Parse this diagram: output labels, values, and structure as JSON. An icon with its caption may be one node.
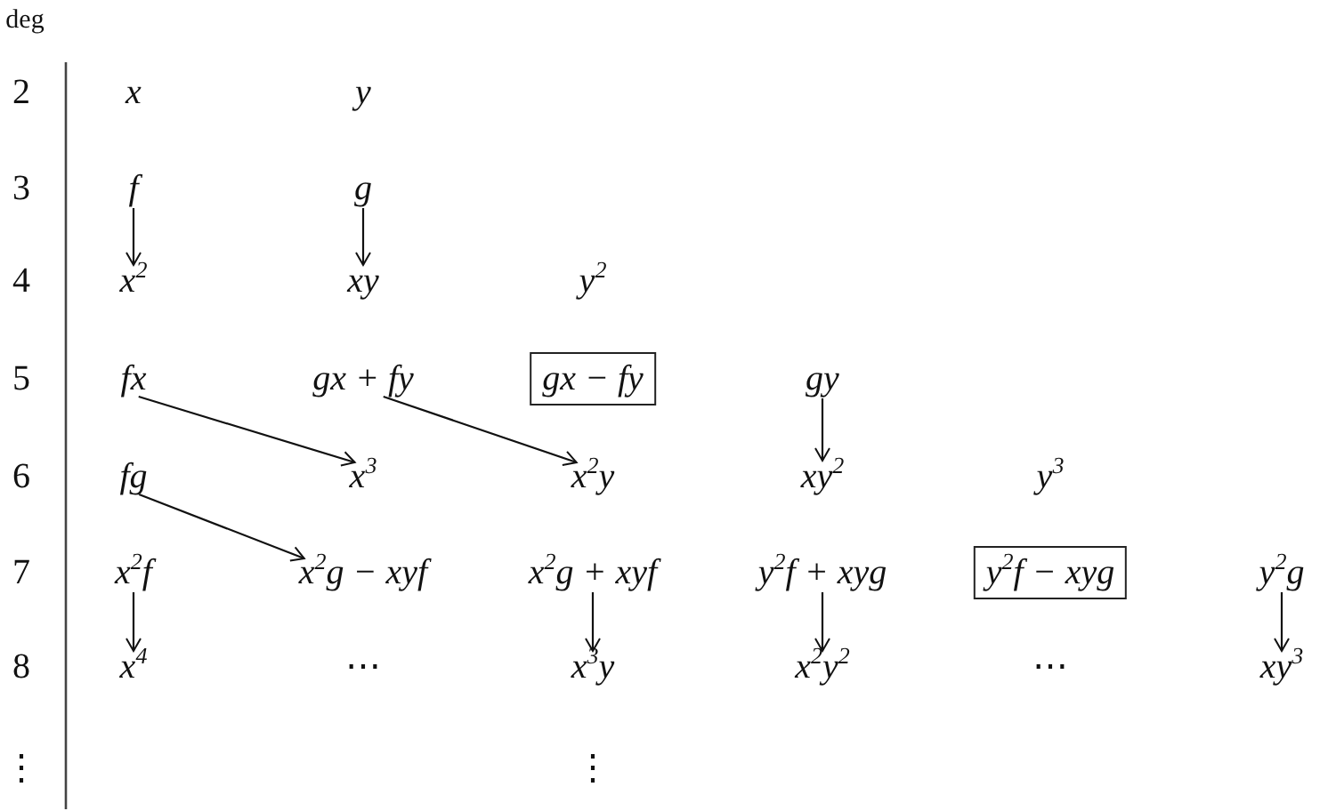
{
  "diagram": {
    "nodes": [
      {
        "text": [
          "f"
        ]
      },
      {
        "text": [
          "g"
        ]
      },
      {
        "text": [
          "x$^{2}$"
        ]
      },
      {
        "text": [
          "xy"
        ]
      },
      {
        "text": [
          "fx"
        ]
      },
      {
        "text": [
          "gx + fy"
        ]
      },
      {
        "text": [
          "gx − fy"
        ]
      },
      {
        "text": [
          "gy"
        ]
      },
      {
        "text": [
          "fg"
        ]
      },
      {
        "text": [
          "x$^{3}$"
        ]
      },
      {
        "text": [
          "x$^{2}$y"
        ]
      },
      {
        "text": [
          "xy$^{2}$"
        ]
      },
      {
        "text": [
          "x$^{2}$f"
        ]
      },
      {
        "text": [
          "x$^{2}$g − xyf"
        ]
      },
      {
        "text": [
          "x$^{2}$g + xyf"
        ]
      },
      {
        "text": [
          "y$^{2}$f + xyg"
        ]
      },
      {
        "text": [
          "y$^{2}$f − xyg"
        ]
      },
      {
        "text": [
          "y$^{2}$g"
        ]
      },
      {
        "text": [
          "x$^{4}$"
        ]
      },
      {
        "text": [
          "x$^{3}$y"
        ]
      },
      {
        "text": [
          "x$^{2}$y$^{2}$"
        ]
      },
      {
        "text": [
          "xy$^{3}$"
        ]
      }
    ],
    "edges": [
      {
        "from": 0,
        "to": 2,
        "arrow": "to"
      },
      {
        "from": 1,
        "to": 3,
        "arrow": "to"
      },
      {
        "from": 4,
        "to": 9,
        "arrow": "to"
      },
      {
        "from": 5,
        "to": 10,
        "arrow": "to"
      },
      {
        "from": 7,
        "to": 11,
        "arrow": "to"
      },
      {
        "from": 8,
        "to": 13,
        "arrow": "to"
      },
      {
        "from": 12,
        "to": 18,
        "arrow": "to"
      },
      {
        "from": 14,
        "to": 19,
        "arrow": "to"
      },
      {
        "from": 15,
        "to": 20,
        "arrow": "to"
      },
      {
        "from": 17,
        "to": 21,
        "arrow": "to"
      }
    ],
    "labels": [
      "deg",
      "2",
      "x",
      "y",
      "3",
      "4",
      "y$^{2}$",
      "5",
      "6",
      "y$^{3}$",
      "7",
      "8",
      "⋯",
      "⋯",
      "⋮",
      "⋮"
    ]
  }
}
